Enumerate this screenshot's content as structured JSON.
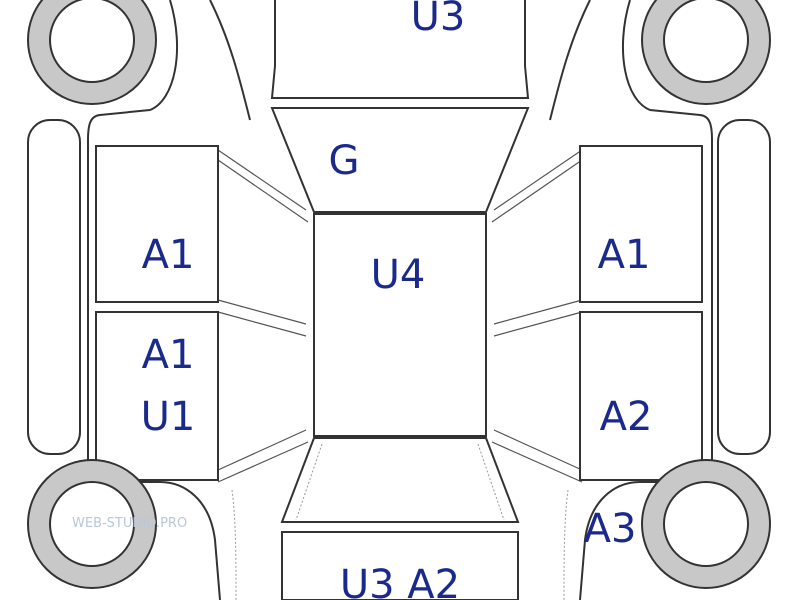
{
  "colors": {
    "label": "#1a2a8c",
    "outline": "#333333",
    "tyre": "#c8c8c8",
    "background": "#ffffff"
  },
  "zones": {
    "hood": "U3",
    "windshield": "G",
    "roof": "U4",
    "front_left_door": "A1",
    "rear_left_door_top": "A1",
    "rear_left_door_bottom": "U1",
    "front_right_door": "A1",
    "rear_right_door": "A2",
    "rear_right_quarter": "A3",
    "trunk": "U3 A2"
  },
  "watermark": "WEB-STUDIO.PRO"
}
